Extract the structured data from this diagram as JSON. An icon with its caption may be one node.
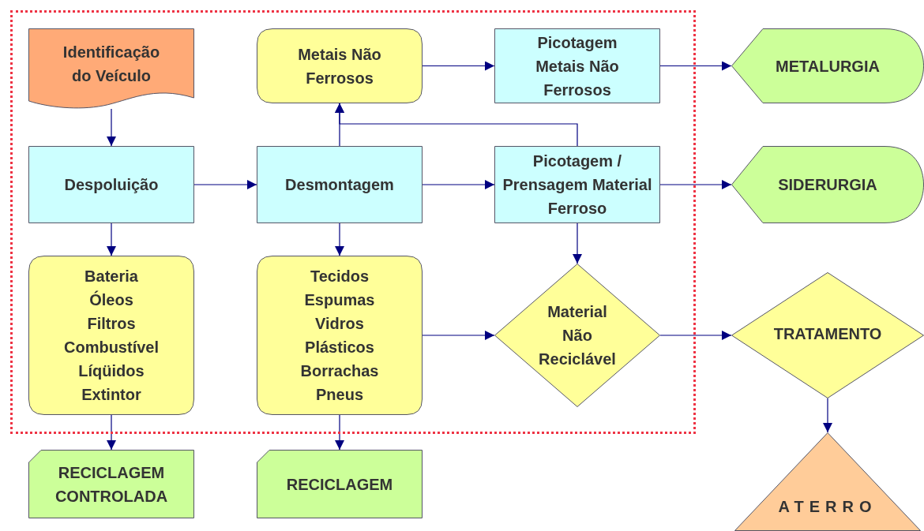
{
  "diagram": {
    "nodes": [
      {
        "text": [],
        "shape": "box"
      },
      {
        "text": [
          "Identificação do Veículo"
        ],
        "in": 0
      },
      {
        "text": [
          "Despoluição"
        ],
        "in": 0
      },
      {
        "text": [
          "Desmontagem"
        ],
        "in": 0
      },
      {
        "text": [
          "Metais Não Ferrosos"
        ],
        "in": 0
      },
      {
        "text": [
          "Picotagem Metais Não Ferrosos"
        ],
        "in": 0
      },
      {
        "text": [
          "Picotagem / Prensagem Material Ferroso"
        ],
        "in": 0
      },
      {
        "text": [
          "Bateria Óleos Filtros Combustível Líqüidos Extintor"
        ],
        "in": 0
      },
      {
        "text": [
          "Tecidos Espumas Vidros Plásticos Borrachas Pneus"
        ],
        "in": 0
      },
      {
        "text": [
          "Material Não Reciclável"
        ],
        "in": 0
      },
      {
        "text": [
          "METALURGIA"
        ]
      },
      {
        "text": [
          "SIDERURGIA"
        ]
      },
      {
        "text": [
          "TRATAMENTO"
        ]
      },
      {
        "text": [
          "RECICLAGEM CONTROLADA"
        ]
      },
      {
        "text": [
          "RECICLAGEM"
        ]
      },
      {
        "text": [
          "ATERRO"
        ]
      }
    ],
    "edges": [
      {
        "from": 1,
        "to": 2,
        "arrow": "to"
      },
      {
        "from": 2,
        "to": 3,
        "arrow": "to"
      },
      {
        "from": 2,
        "to": 7,
        "arrow": "to"
      },
      {
        "from": 3,
        "to": 4,
        "arrow": "to"
      },
      {
        "from": 3,
        "to": 6,
        "arrow": "to"
      },
      {
        "from": 3,
        "to": 8,
        "arrow": "to"
      },
      {
        "from": 6,
        "to": 4,
        "arrow": "to"
      },
      {
        "from": 4,
        "to": 5,
        "arrow": "to"
      },
      {
        "from": 5,
        "to": 10,
        "arrow": "to"
      },
      {
        "from": 6,
        "to": 11,
        "arrow": "to"
      },
      {
        "from": 6,
        "to": 9,
        "arrow": "to"
      },
      {
        "from": 8,
        "to": 9,
        "arrow": "to"
      },
      {
        "from": 9,
        "to": 12,
        "arrow": "to"
      },
      {
        "from": 12,
        "to": 15,
        "arrow": "to"
      },
      {
        "from": 7,
        "to": 13,
        "arrow": "to"
      },
      {
        "from": 8,
        "to": 14,
        "arrow": "to"
      }
    ]
  }
}
